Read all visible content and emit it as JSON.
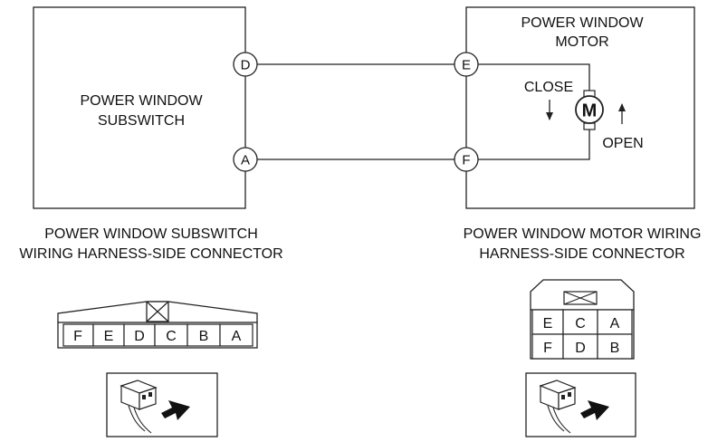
{
  "subswitch": {
    "title_line1": "POWER WINDOW",
    "title_line2": "SUBSWITCH",
    "pins": [
      "D",
      "A"
    ]
  },
  "motor": {
    "title_line1": "POWER WINDOW",
    "title_line2": "MOTOR",
    "pins": [
      "E",
      "F"
    ],
    "motor_symbol": "M",
    "close_label": "CLOSE",
    "open_label": "OPEN"
  },
  "subswitch_connector": {
    "caption_line1": "POWER WINDOW SUBSWITCH",
    "caption_line2": "WIRING HARNESS-SIDE CONNECTOR",
    "terminals": [
      "F",
      "E",
      "D",
      "C",
      "B",
      "A"
    ]
  },
  "motor_connector": {
    "caption_line1": "POWER WINDOW MOTOR  WIRING",
    "caption_line2": "HARNESS-SIDE CONNECTOR",
    "row1": [
      "E",
      "C",
      "A"
    ],
    "row2": [
      "F",
      "D",
      "B"
    ]
  },
  "icons": {
    "probe_icon": "harness-side-probe-icon",
    "arrow_up": "arrow-up-icon",
    "arrow_down": "arrow-down-icon"
  }
}
